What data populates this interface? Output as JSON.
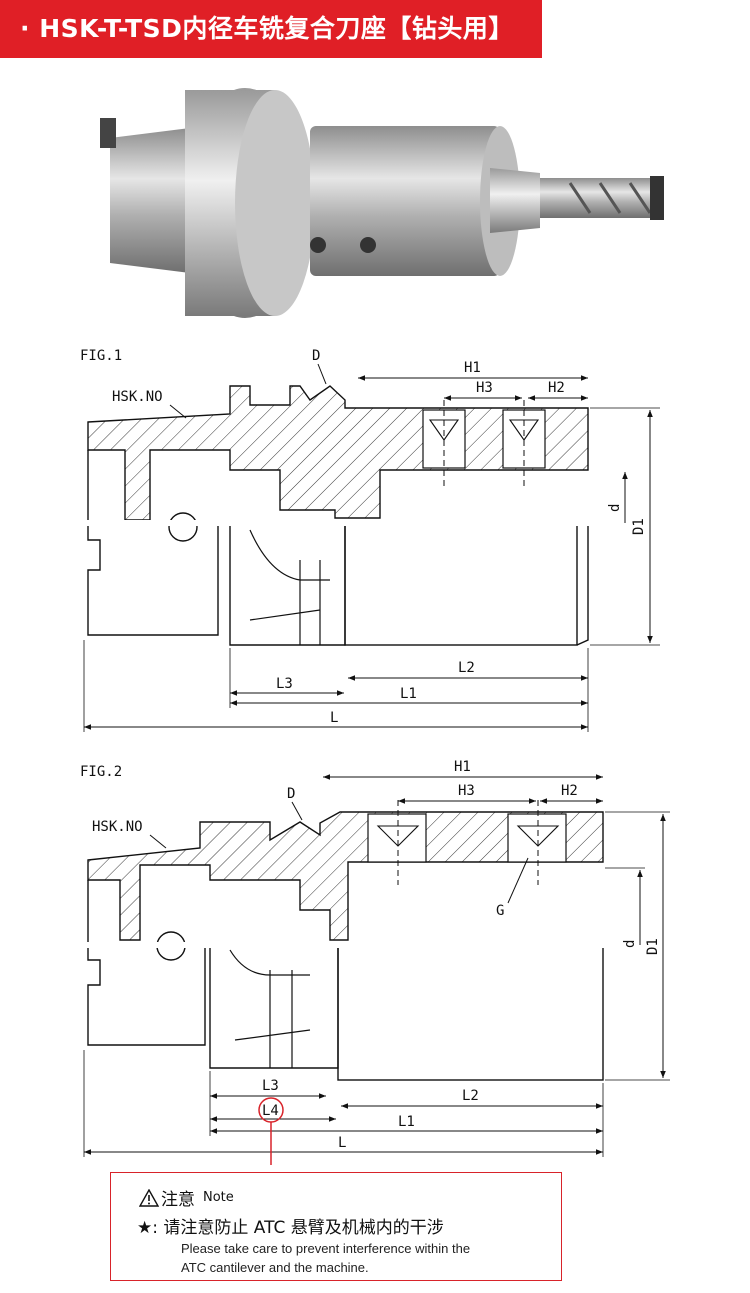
{
  "header": {
    "title": "· HSK-T-TSD内径车铣复合刀座【钻头用】"
  },
  "fig1": {
    "caption": "FIG.1",
    "labels": {
      "hsk": "HSK.NO",
      "d_cap": "D",
      "h1": "H1",
      "h2": "H2",
      "h3": "H3",
      "d_small": "d",
      "d1": "D1",
      "l": "L",
      "l1": "L1",
      "l2": "L2",
      "l3": "L3"
    }
  },
  "fig2": {
    "caption": "FIG.2",
    "labels": {
      "hsk": "HSK.NO",
      "d_cap": "D",
      "h1": "H1",
      "h2": "H2",
      "h3": "H3",
      "d_small": "d",
      "d1": "D1",
      "g": "G",
      "l": "L",
      "l1": "L1",
      "l2": "L2",
      "l3": "L3",
      "l4": "L4"
    }
  },
  "note": {
    "heading_zh": "注意",
    "heading_en": "Note",
    "star": "★",
    "line_zh": ": 请注意防止 ATC 悬臂及机械内的干涉",
    "line_en_1": "Please take care to prevent interference within the",
    "line_en_2": "ATC cantilever and the machine."
  },
  "colors": {
    "accent": "#e01f26"
  }
}
